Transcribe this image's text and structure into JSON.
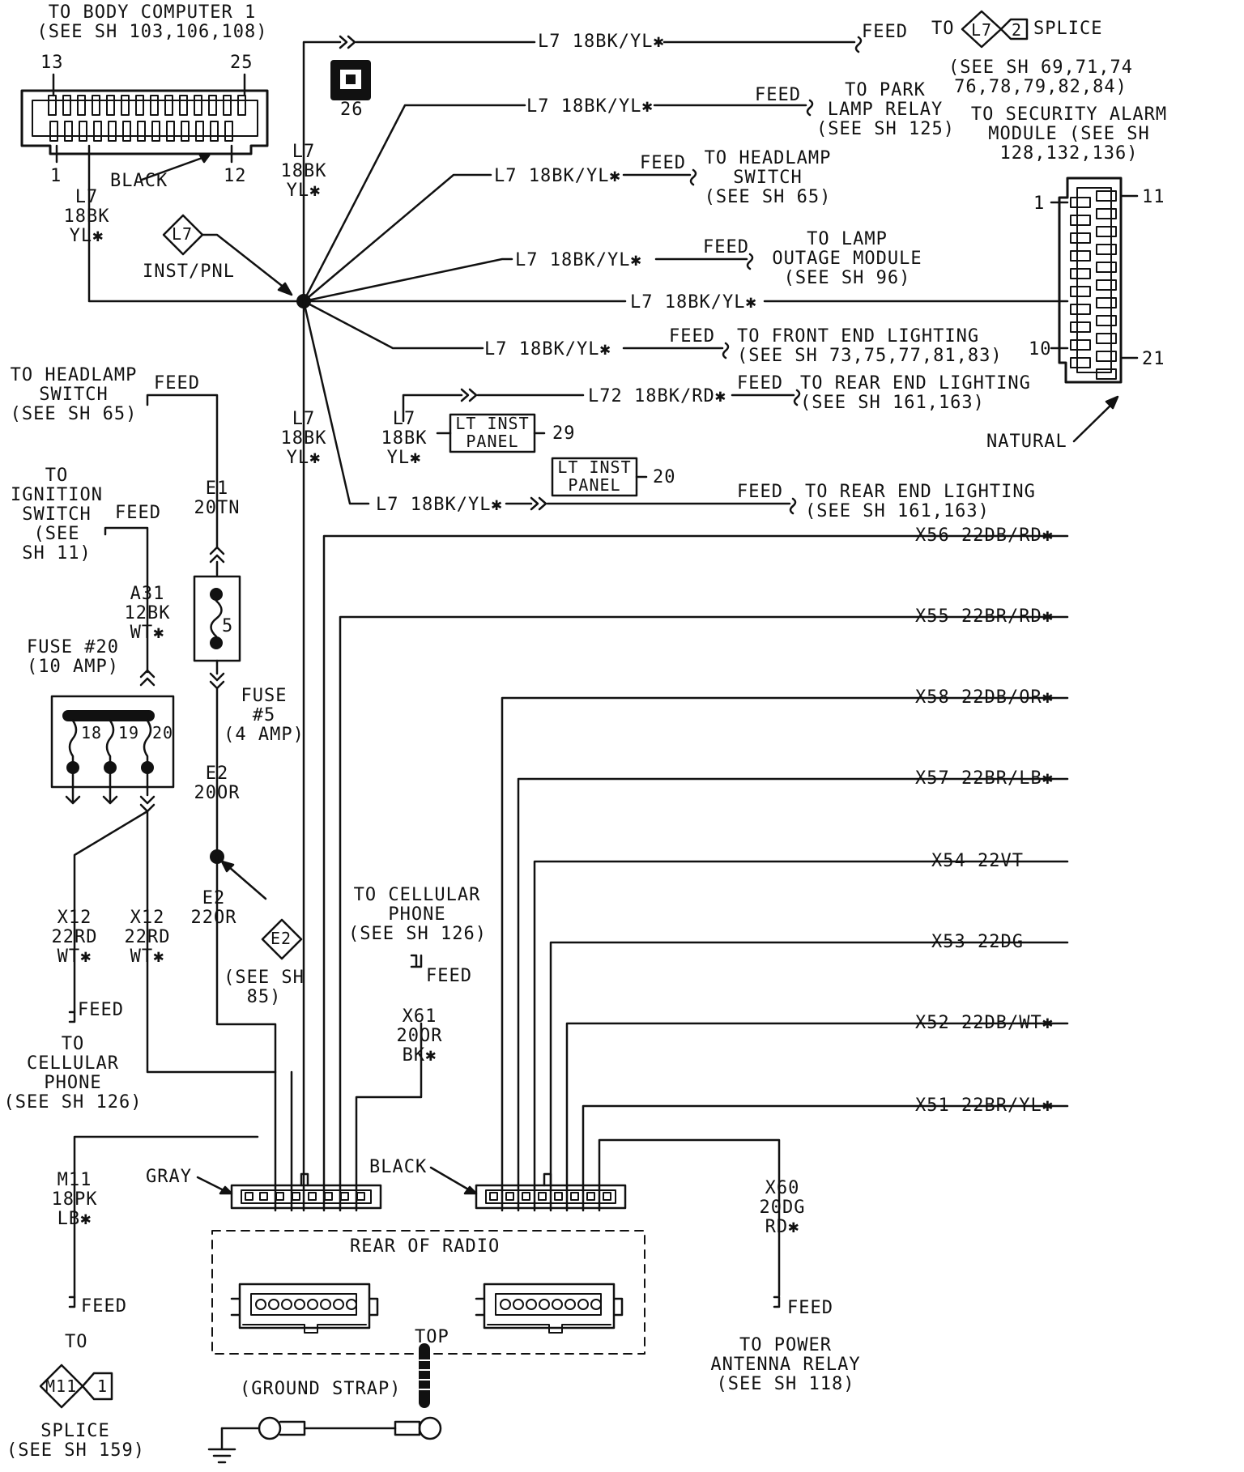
{
  "top": {
    "body_computer": "TO BODY COMPUTER 1\n(SEE SH 103,106,108)",
    "pin13": "13",
    "pin25": "25",
    "pin1": "1",
    "pin12": "12",
    "black": "BLACK",
    "wire_bc": "L7\n18BK\nYL✱",
    "conn26": "26",
    "trunk1": "L7\n18BK\nYL✱",
    "trunk2": "L7\n18BK\nYL✱",
    "inst_pnl_tag": "L7",
    "inst_pnl": "INST/PNL"
  },
  "feeds": {
    "f1_wire": "L7 18BK/YL✱",
    "f1_feed": "FEED",
    "f1_to": "TO",
    "splice_tag": "L7",
    "splice_num": "2",
    "splice": "SPLICE",
    "splice_see": "(SEE SH 69,71,74\n76,78,79,82,84)",
    "f2_wire": "L7 18BK/YL✱",
    "f2_feed": "FEED",
    "f2_to": "TO PARK\nLAMP RELAY\n(SEE SH 125)",
    "f3_wire": "L7 18BK/YL✱",
    "f3_feed": "FEED",
    "f3_to": "TO HEADLAMP\nSWITCH\n(SEE SH 65)",
    "f4_wire": "L7 18BK/YL✱",
    "f4_feed": "FEED",
    "f4_to": "TO LAMP\nOUTAGE MODULE\n(SEE SH 96)",
    "f5_wire": "L7 18BK/YL✱",
    "f6_wire": "L7 18BK/YL✱",
    "f6_feed": "FEED",
    "f6_to": "TO FRONT END LIGHTING\n(SEE SH 73,75,77,81,83)",
    "f7_wire": "L72 18BK/RD✱",
    "f7_feed": "FEED",
    "f7_to": "TO REAR END LIGHTING\n(SEE SH 161,163)",
    "f7_l7": "L7\n18BK\nYL✱",
    "lt_inst_1": "LT INST\nPANEL",
    "lt_inst_1_pin": "29",
    "lt_inst_2": "LT INST\nPANEL",
    "lt_inst_2_pin": "20",
    "f8_wire": "L7 18BK/YL✱",
    "f8_feed": "FEED",
    "f8_to": "TO REAR END LIGHTING\n(SEE SH 161,163)"
  },
  "security": {
    "title": "TO SECURITY ALARM\nMODULE (SEE SH\n128,132,136)",
    "pin1": "1",
    "pin11": "11",
    "pin10": "10",
    "pin21": "21",
    "natural": "NATURAL"
  },
  "left": {
    "hs_to": "TO HEADLAMP\nSWITCH\n(SEE SH 65)",
    "hs_feed": "FEED",
    "e1": "E1\n20TN",
    "fuse5_num": "5",
    "fuse5": "FUSE\n#5\n(4 AMP)",
    "e2a": "E2\n20OR",
    "e2b": "E2\n22OR",
    "e2_tag": "E2",
    "e2_see": "(SEE SH\n85)",
    "ign_to": "TO\nIGNITION\nSWITCH\n(SEE\nSH 11)",
    "ign_feed": "FEED",
    "a31": "A31\n12BK\nWT✱",
    "fuse20": "FUSE #20\n(10 AMP)",
    "fb18": "18",
    "fb19": "19",
    "fb20": "20",
    "x12a": "X12\n22RD\nWT✱",
    "x12b": "X12\n22RD\nWT✱",
    "cell_feed": "FEED",
    "cell_to": "TO\nCELLULAR\nPHONE\n(SEE SH 126)",
    "m11": "M11\n18PK\nLB✱",
    "m11_feed": "FEED",
    "m11_to": "TO",
    "m11_tag": "M11",
    "m11_num": "1",
    "m11_splice": "SPLICE\n(SEE SH 159)"
  },
  "radio": {
    "x56": "X56 22DB/RD✱",
    "x55": "X55 22BR/RD✱",
    "x58": "X58 22DB/OR✱",
    "x57": "X57 22BR/LB✱",
    "x54": "X54 22VT",
    "x53": "X53 22DG",
    "x52": "X52 22DB/WT✱",
    "x51": "X51 22BR/YL✱",
    "cell2_to": "TO CELLULAR\nPHONE\n(SEE SH 126)",
    "cell2_feed": "FEED",
    "x61": "X61\n20OR\nBK✱",
    "gray": "GRAY",
    "black": "BLACK",
    "rear": "REAR OF RADIO",
    "x60": "X60\n20DG\nRD✱",
    "ant_feed": "FEED",
    "ant_to": "TO POWER\nANTENNA RELAY\n(SEE SH 118)",
    "top": "TOP",
    "ground": "(GROUND STRAP)"
  }
}
